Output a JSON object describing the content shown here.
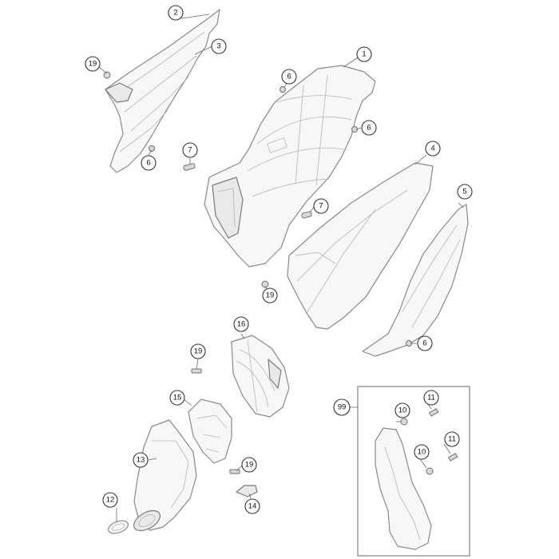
{
  "callouts": {
    "c1": "1",
    "c2": "2",
    "c3": "3",
    "c4": "4",
    "c5": "5",
    "c6a": "6",
    "c6b": "6",
    "c6c": "6",
    "c6d": "6",
    "c7a": "7",
    "c7b": "7",
    "c10a": "10",
    "c10b": "10",
    "c11a": "11",
    "c11b": "11",
    "c12": "12",
    "c13": "13",
    "c14": "14",
    "c15": "15",
    "c16": "16",
    "c19a": "19",
    "c19b": "19",
    "c19c": "19",
    "c19d": "19",
    "c99": "99"
  },
  "colors": {
    "line": "#8a8a8a",
    "fill": "#f7f7f7",
    "callout_border": "#333333"
  }
}
